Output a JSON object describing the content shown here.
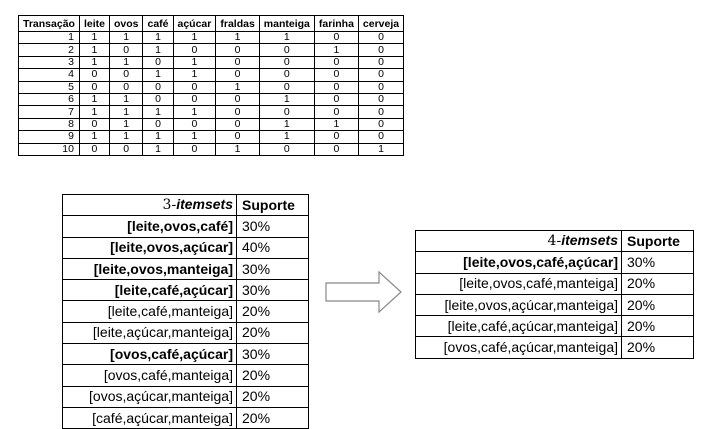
{
  "transactions": {
    "headers": [
      "Transação",
      "leite",
      "ovos",
      "café",
      "açúcar",
      "fraldas",
      "manteiga",
      "farinha",
      "cerveja"
    ],
    "rows": [
      [
        "1",
        "1",
        "1",
        "1",
        "1",
        "1",
        "1",
        "0",
        "0"
      ],
      [
        "2",
        "1",
        "0",
        "1",
        "0",
        "0",
        "0",
        "1",
        "0"
      ],
      [
        "3",
        "1",
        "1",
        "0",
        "1",
        "0",
        "0",
        "0",
        "0"
      ],
      [
        "4",
        "0",
        "0",
        "1",
        "1",
        "0",
        "0",
        "0",
        "0"
      ],
      [
        "5",
        "0",
        "0",
        "0",
        "0",
        "1",
        "0",
        "0",
        "0"
      ],
      [
        "6",
        "1",
        "1",
        "0",
        "0",
        "0",
        "1",
        "0",
        "0"
      ],
      [
        "7",
        "1",
        "1",
        "1",
        "1",
        "0",
        "0",
        "0",
        "0"
      ],
      [
        "8",
        "0",
        "1",
        "0",
        "0",
        "0",
        "1",
        "1",
        "0"
      ],
      [
        "9",
        "1",
        "1",
        "1",
        "1",
        "0",
        "1",
        "0",
        "0"
      ],
      [
        "10",
        "0",
        "0",
        "1",
        "0",
        "1",
        "0",
        "0",
        "1"
      ]
    ]
  },
  "itemsets3": {
    "header_number": "3-",
    "header_word": "itemsets",
    "support_label": "Suporte",
    "rows": [
      {
        "itemset": "[leite,ovos,café]",
        "support": "30%",
        "bold": true
      },
      {
        "itemset": "[leite,ovos,açúcar]",
        "support": "40%",
        "bold": true
      },
      {
        "itemset": "[leite,ovos,manteiga]",
        "support": "30%",
        "bold": true
      },
      {
        "itemset": "[leite,café,açúcar]",
        "support": "30%",
        "bold": true
      },
      {
        "itemset": "[leite,café,manteiga]",
        "support": "20%",
        "bold": false
      },
      {
        "itemset": "[leite,açúcar,manteiga]",
        "support": "20%",
        "bold": false
      },
      {
        "itemset": "[ovos,café,açúcar]",
        "support": "30%",
        "bold": true
      },
      {
        "itemset": "[ovos,café,manteiga]",
        "support": "20%",
        "bold": false
      },
      {
        "itemset": "[ovos,açúcar,manteiga]",
        "support": "20%",
        "bold": false
      },
      {
        "itemset": "[café,açúcar,manteiga]",
        "support": "20%",
        "bold": false
      }
    ]
  },
  "itemsets4": {
    "header_number": "4-",
    "header_word": "itemsets",
    "support_label": "Suporte",
    "rows": [
      {
        "itemset": "[leite,ovos,café,açúcar]",
        "support": "30%",
        "bold": true
      },
      {
        "itemset": "[leite,ovos,café,manteiga]",
        "support": "20%",
        "bold": false
      },
      {
        "itemset": "[leite,ovos,açúcar,manteiga]",
        "support": "20%",
        "bold": false
      },
      {
        "itemset": "[leite,café,açúcar,manteiga]",
        "support": "20%",
        "bold": false
      },
      {
        "itemset": "[ovos,café,açúcar,manteiga]",
        "support": "20%",
        "bold": false
      }
    ]
  },
  "colors": {
    "arrow_stroke": "#888888",
    "arrow_fill": "#ffffff"
  }
}
